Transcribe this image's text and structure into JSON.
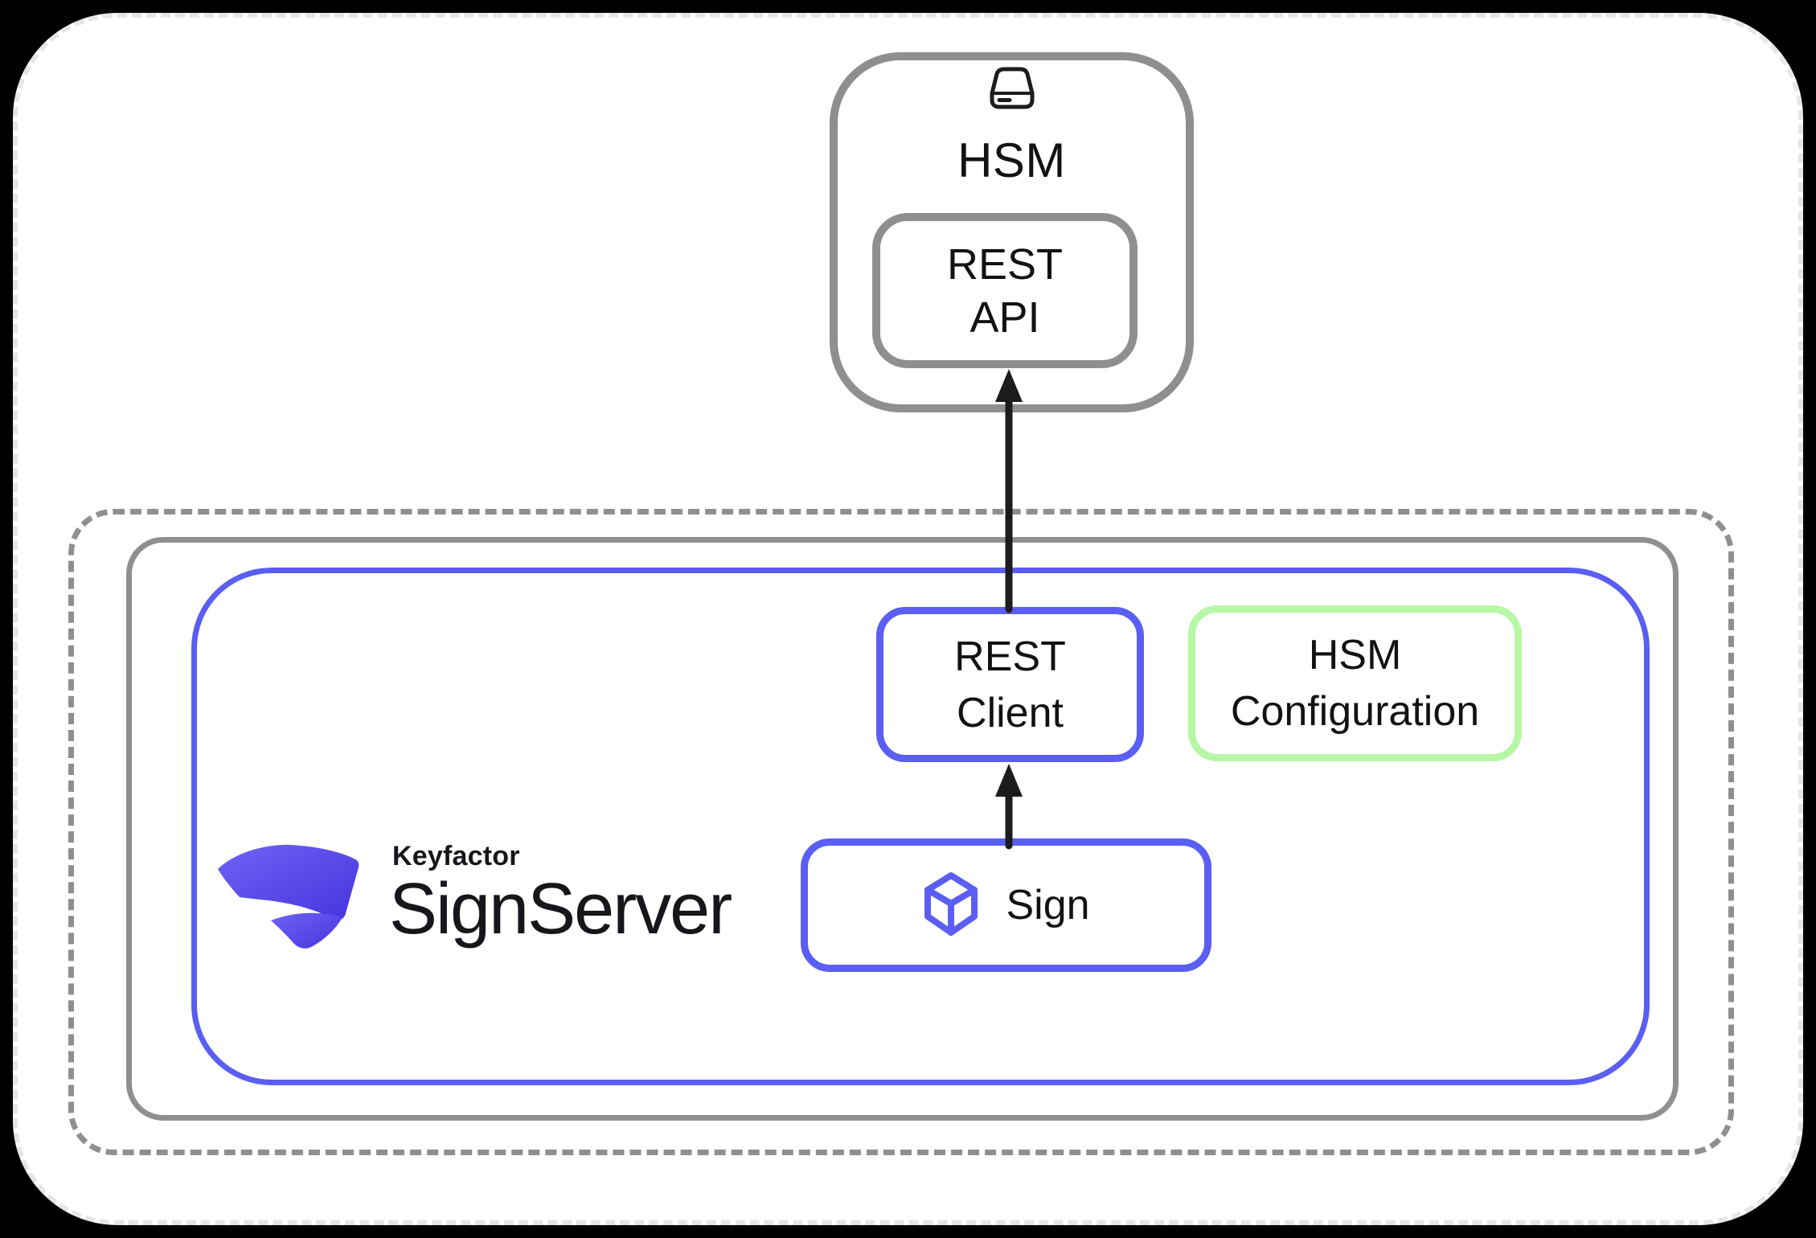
{
  "diagram": {
    "hsm": {
      "label": "HSM",
      "rest_api": {
        "line1": "REST",
        "line2": "API"
      }
    },
    "signserver_zone": {
      "rest_client": {
        "line1": "REST",
        "line2": "Client"
      },
      "hsm_configuration": {
        "line1": "HSM",
        "line2": "Configuration"
      },
      "sign": {
        "label": "Sign"
      }
    },
    "logo": {
      "brand": "Keyfactor",
      "product": "SignServer"
    },
    "arrows": [
      {
        "from": "sign",
        "to": "rest_client"
      },
      {
        "from": "rest_client",
        "to": "rest_api"
      }
    ],
    "colors": {
      "accent_blue": "#5b5ef2",
      "accent_green": "#b5f7a5",
      "container_gray": "#8f8f8f",
      "arrow_black": "#1c1c1e",
      "text_black": "#111214",
      "card_dash_gray": "#e6e6e6",
      "logo_purple_start": "#6e63f5",
      "logo_purple_end": "#4734dd"
    }
  }
}
